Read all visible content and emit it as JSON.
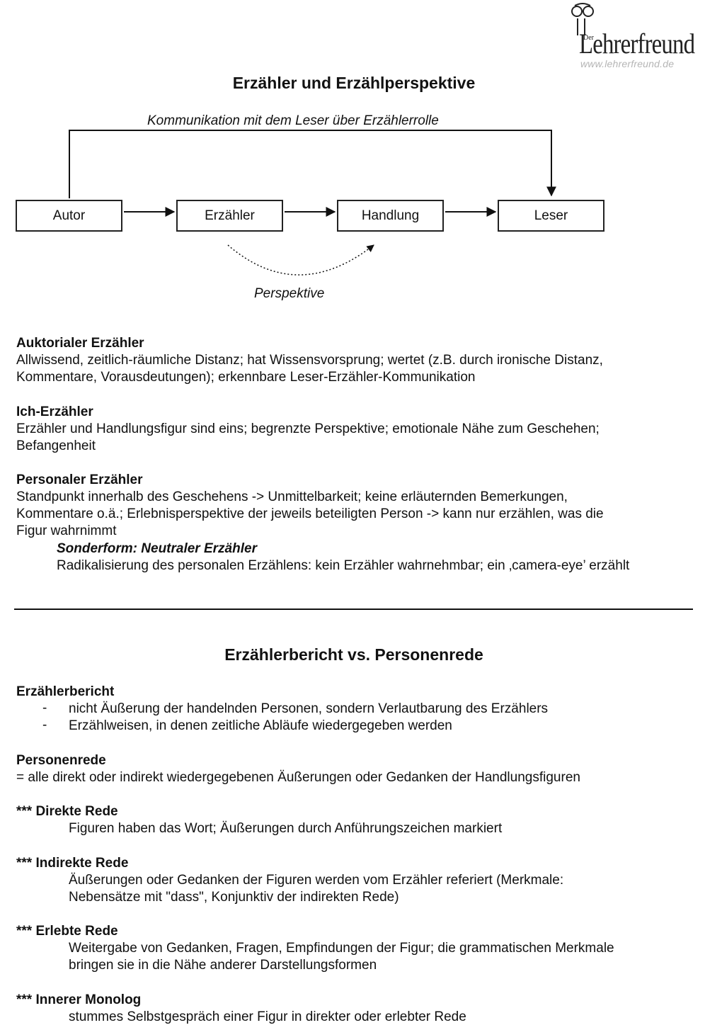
{
  "logo": {
    "der": "Der",
    "name": "Lehrerfreund",
    "url": "www.lehrerfreund.de"
  },
  "title": "Erzähler und Erzählperspektive",
  "diagram": {
    "top_label": "Kommunikation mit dem Leser über Erzählerrolle",
    "boxes": [
      "Autor",
      "Erzähler",
      "Handlung",
      "Leser"
    ],
    "bottom_label": "Perspektive"
  },
  "sections": [
    {
      "heading": "Auktorialer Erzähler",
      "lines": [
        "Allwissend, zeitlich-räumliche Distanz; hat Wissensvorsprung; wertet (z.B. durch ironische Distanz,",
        "Kommentare, Vorausdeutungen); erkennbare Leser-Erzähler-Kommunikation"
      ]
    },
    {
      "heading": "Ich-Erzähler",
      "lines": [
        "Erzähler und Handlungsfigur sind eins; begrenzte Perspektive; emotionale Nähe zum Geschehen;",
        "Befangenheit"
      ]
    },
    {
      "heading": "Personaler Erzähler",
      "lines": [
        "Standpunkt innerhalb des Geschehens -> Unmittelbarkeit; keine erläuternden Bemerkungen,",
        "Kommentare o.ä.; Erlebnisperspektive der jeweils beteiligten Person -> kann nur erzählen, was die",
        "Figur wahrnimmt"
      ],
      "sub_heading": "Sonderform: Neutraler Erzähler",
      "sub_line": "Radikalisierung des personalen Erzählens: kein Erzähler wahrnehmbar; ein ‚camera-eye’ erzählt"
    }
  ],
  "title2": "Erzählerbericht vs. Personenrede",
  "bericht": {
    "heading": "Erzählerbericht",
    "dash": "-",
    "items": [
      "nicht Äußerung der handelnden Personen, sondern Verlautbarung des Erzählers",
      "Erzählweisen, in denen zeitliche Abläufe wiedergegeben werden"
    ]
  },
  "personenrede": {
    "heading": "Personenrede",
    "line": "= alle direkt oder indirekt wiedergegebenen Äußerungen oder Gedanken der Handlungsfiguren"
  },
  "forms": [
    {
      "heading": "*** Direkte Rede",
      "lines": [
        "Figuren haben das Wort; Äußerungen durch Anführungszeichen markiert"
      ]
    },
    {
      "heading": "*** Indirekte Rede",
      "lines": [
        "Äußerungen oder Gedanken der Figuren werden vom Erzähler referiert (Merkmale:",
        "Nebensätze mit \"dass\", Konjunktiv der indirekten Rede)"
      ]
    },
    {
      "heading": "*** Erlebte Rede",
      "lines": [
        "Weitergabe von Gedanken, Fragen, Empfindungen der Figur; die grammatischen Merkmale",
        "bringen sie in die Nähe anderer Darstellungsformen"
      ]
    },
    {
      "heading": "*** Innerer Monolog",
      "lines": [
        "stummes Selbstgespräch einer Figur in direkter oder erlebter Rede"
      ]
    }
  ]
}
